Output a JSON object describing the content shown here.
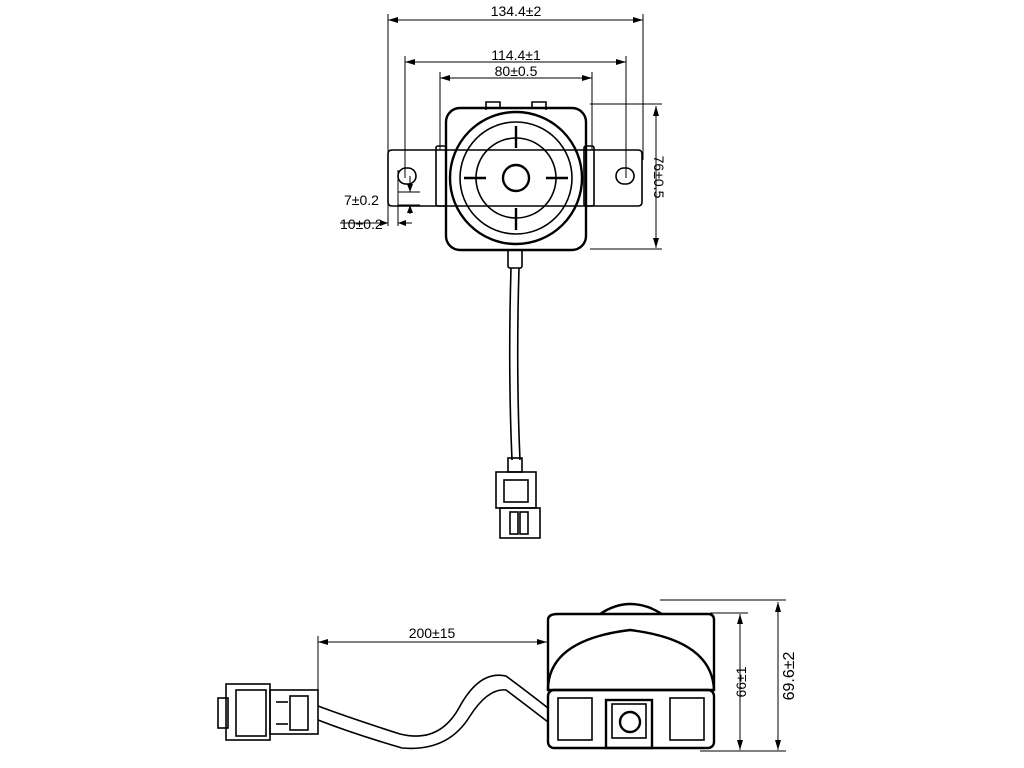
{
  "top_view": {
    "dim_overall_width": "134.4±2",
    "dim_hole_spacing": "114.4±1",
    "dim_body_width": "80±0.5",
    "dim_height": "76±0.5",
    "dim_slot_height": "7±0.2",
    "dim_slot_width": "10±0.2"
  },
  "side_view": {
    "dim_cable_length": "200±15",
    "dim_body_height": "66±1",
    "dim_overall_height": "69.6±2"
  }
}
